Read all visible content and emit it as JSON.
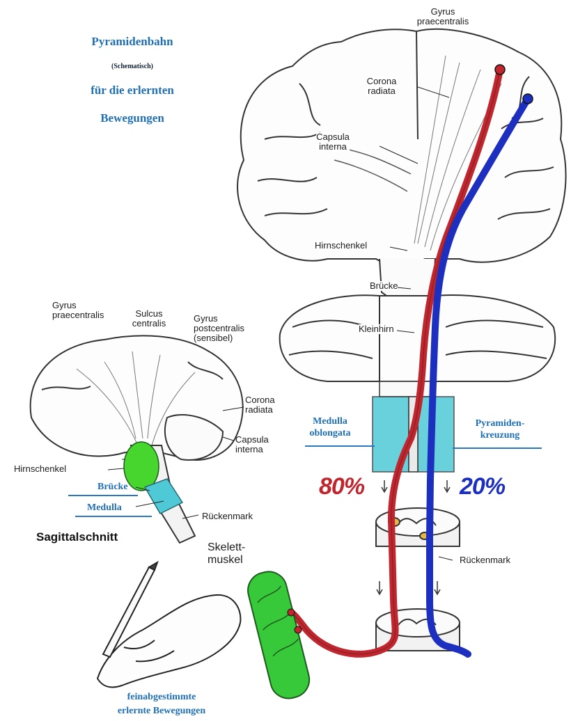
{
  "title": {
    "line1": "Pyramidenbahn",
    "line2": "(Schematisch)",
    "line3": "für die erlernten",
    "line4": "Bewegungen"
  },
  "coronal": {
    "gyrus_praecentralis": [
      "Gyrus",
      "praecentralis"
    ],
    "corona_radiata": [
      "Corona",
      "radiata"
    ],
    "capsula_interna": [
      "Capsula",
      "interna"
    ],
    "hirnschenkel": "Hirnschenkel",
    "bruecke": "Brücke",
    "kleinhirn": "Kleinhirn",
    "medulla_oblongata": [
      "Medulla",
      "oblongata"
    ],
    "pyramidenkreuzung": [
      "Pyramiden-",
      "kreuzung"
    ],
    "pct_red": "80%",
    "pct_blue": "20%",
    "rueckenmark": "Rückenmark",
    "skelettmuskel": [
      "Skelett-",
      "muskel"
    ]
  },
  "sagittal": {
    "gyrus_praecentralis": [
      "Gyrus",
      "praecentralis"
    ],
    "sulcus_centralis": [
      "Sulcus",
      "centralis"
    ],
    "gyrus_postcentralis": [
      "Gyrus",
      "postcentralis",
      "(sensibel)"
    ],
    "corona_radiata": [
      "Corona",
      "radiata"
    ],
    "capsula_interna": [
      "Capsula",
      "interna"
    ],
    "hirnschenkel": "Hirnschenkel",
    "bruecke": "Brücke",
    "medulla": "Medulla",
    "rueckenmark": "Rückenmark",
    "caption": "Sagittalschnitt"
  },
  "bottom_caption": [
    "feinabgestimmte",
    "erlernte Bewegungen"
  ],
  "colors": {
    "red_tract": "#c0262d",
    "blue_tract": "#1c2fbf",
    "label_blue": "#1f6fb5",
    "bruecke_green": "#46d62e",
    "medulla_cyan": "#4fc9d6",
    "muscle_green": "#38c93a"
  }
}
